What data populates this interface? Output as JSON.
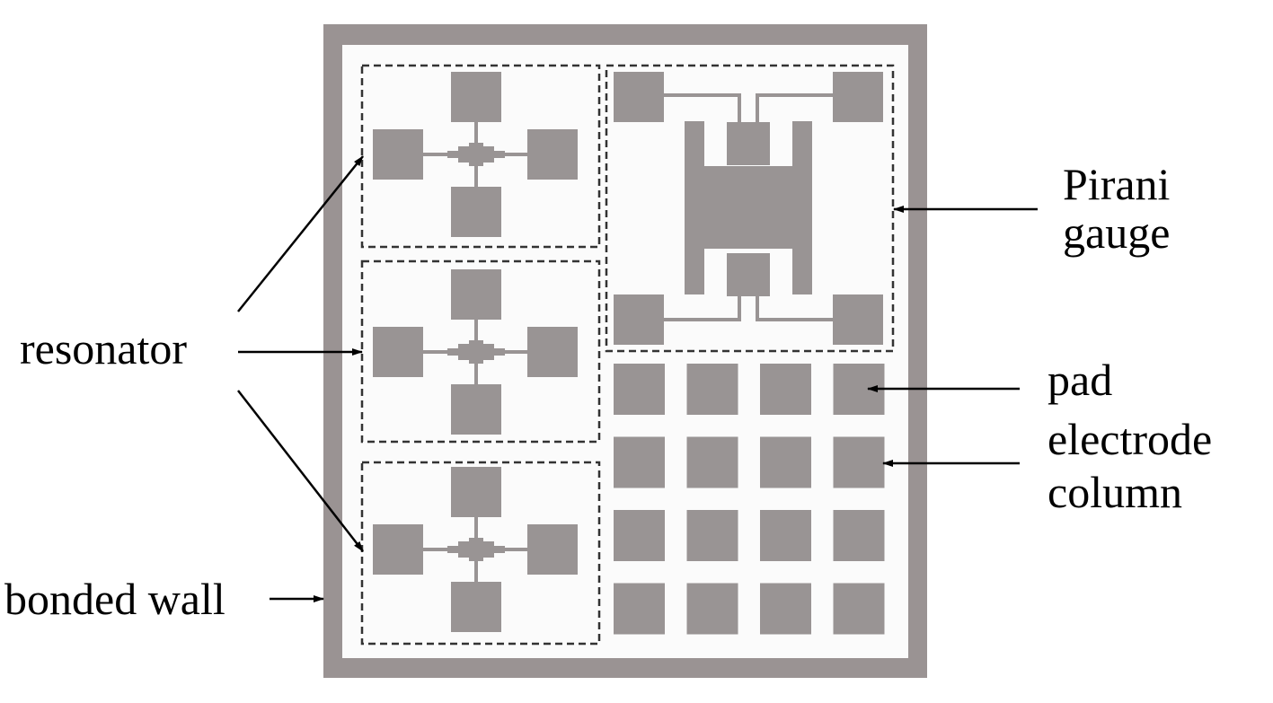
{
  "labels": {
    "resonator": "resonator",
    "bonded_wall": "bonded wall",
    "pirani_line1": "Pirani",
    "pirani_line2": "gauge",
    "pad": "pad",
    "electrode_line1": "electrode",
    "electrode_line2": "column"
  },
  "colors": {
    "wall": "#9a9393",
    "interior": "#fbfbfb",
    "feature": "#999494",
    "dash": "#333333",
    "text": "#000000"
  },
  "pad_grid": {
    "rows": 4,
    "cols": 4
  },
  "resonator_count": 3
}
